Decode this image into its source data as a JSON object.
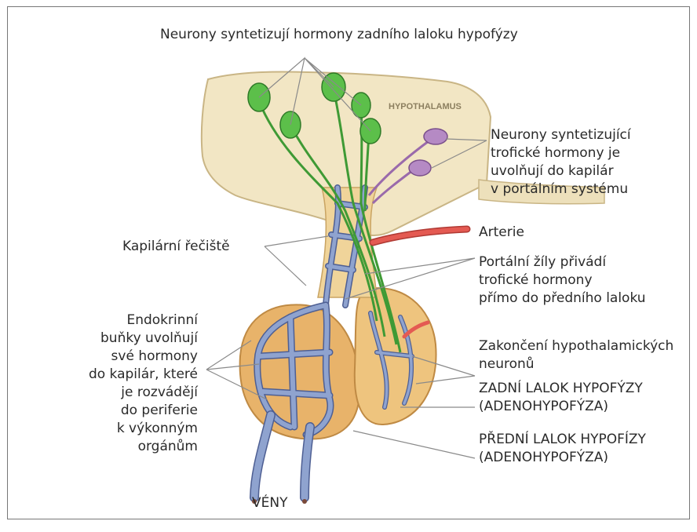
{
  "title": "Neurony syntetizují hormony zadního laloku hypofýzy",
  "image_label": "HYPOTHALAMUS",
  "labels": {
    "tropic_neurons": [
      "Neurony syntetizující",
      "trofické hormony je",
      "uvolňují do kapilár",
      "v portálním systému"
    ],
    "artery": "Arterie",
    "capillary_bed": "Kapilární řečiště",
    "portal_veins": [
      "Portální žíly přivádí",
      "trofické hormony",
      "přímo do předního laloku"
    ],
    "endocrine_cells": [
      "Endokrinní",
      "buňky uvolňují",
      "své hormony",
      "do kapilár, které",
      "je rozvádějí",
      "do periferie",
      "k výkonným",
      "orgánům"
    ],
    "nerve_endings": [
      "Zakončení hypothalamických",
      "neuronů"
    ],
    "posterior_lobe": [
      "ZADNÍ LALOK HYPOFÝZY",
      "(ADENOHYPOFÝZA)"
    ],
    "anterior_lobe": [
      "PŘEDNÍ LALOK HYPOFÍZY",
      "(ADENOHYPOFÝZA)"
    ],
    "veins": "VÉNY"
  },
  "colors": {
    "tissue": "#f2e6c4",
    "tissue_edge": "#c9b585",
    "lobe": "#e8b36a",
    "lobe_edge": "#bf8a44",
    "vessel": "#8fa3cf",
    "vessel_edge": "#4e5f93",
    "neuron_green": "#5cbf4a",
    "neuron_purple": "#b58ac4",
    "artery_red": "#e45a52",
    "leader_line": "#8a8a8a"
  }
}
